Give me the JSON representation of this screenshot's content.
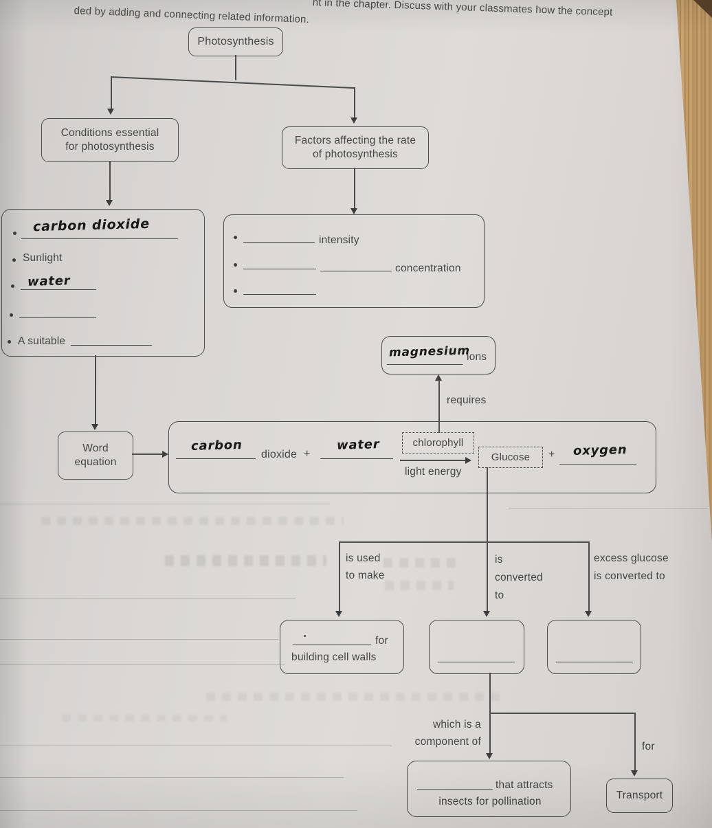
{
  "colors": {
    "paper": "#d9d6d4",
    "ink": "#3d3d3d",
    "line": "#4a4a4a",
    "handwriting": "#181818",
    "wood": "#bf9763"
  },
  "header": {
    "line1": "nt in the chapter. Discuss with your classmates how the concept",
    "line2": "ded by adding and connecting related information."
  },
  "diagram": {
    "root": "Photosynthesis",
    "conditions_box": {
      "line1": "Conditions essential",
      "line2": "for photosynthesis"
    },
    "factors_box": {
      "line1": "Factors affecting the rate",
      "line2": "of photosynthesis"
    },
    "conditions_list": {
      "item1": {
        "handwritten": "carbon dioxide"
      },
      "item2": {
        "printed": "Sunlight"
      },
      "item3": {
        "handwritten": "water"
      },
      "item4": {
        "handwritten": ""
      },
      "item5": {
        "printed": "A suitable"
      }
    },
    "factors_list": {
      "item1": {
        "suffix": "intensity"
      },
      "item2": {
        "suffix": "concentration"
      },
      "item3": {
        "suffix": ""
      }
    },
    "magnesium_box": {
      "handwritten": "magnesium",
      "suffix": "ions"
    },
    "requires_label": "requires",
    "word_equation_box": {
      "line1": "Word",
      "line2": "equation"
    },
    "equation": {
      "blank1_handwritten": "carbon",
      "after_blank1": "dioxide",
      "plus1": "+",
      "blank2_handwritten": "water",
      "above_arrow": "chlorophyll",
      "below_arrow": "light energy",
      "product": "Glucose",
      "plus2": "+",
      "blank3_handwritten": "oxygen"
    },
    "branches": {
      "left": {
        "line1": "is used",
        "line2": "to make"
      },
      "middle": {
        "line1": "is",
        "line2": "converted",
        "line3": "to"
      },
      "right": {
        "line1": "excess glucose",
        "line2": "is converted to"
      }
    },
    "cell_walls_box": {
      "after_blank": "for",
      "line2": "building cell walls"
    },
    "which_label": {
      "line1": "which is a",
      "line2": "component of"
    },
    "for_label": "for",
    "pollination_box": {
      "after_blank": "that attracts",
      "line2": "insects for pollination"
    },
    "transport_box": {
      "label": "Transport"
    }
  }
}
